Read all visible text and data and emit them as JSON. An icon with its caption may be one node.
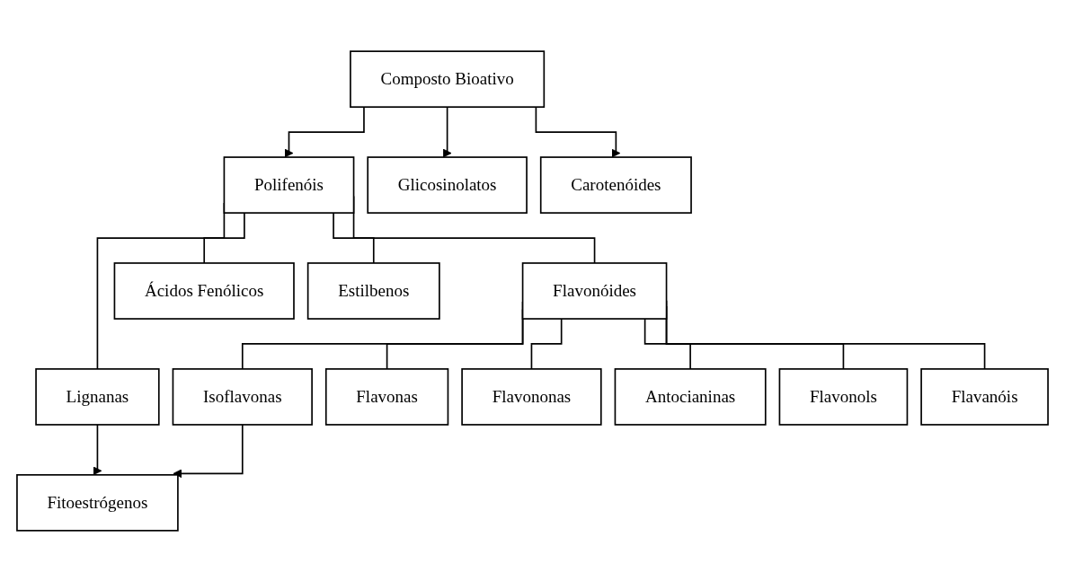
{
  "diagram": {
    "nodes": [
      {
        "text": [
          "Composto Bioativo"
        ]
      },
      {
        "text": [
          "Polifenóis"
        ]
      },
      {
        "text": [
          "Flavonóides"
        ]
      },
      {
        "text": [
          "Ácidos Fenólicos"
        ]
      },
      {
        "text": [
          "Estilbenos"
        ]
      },
      {
        "text": [
          "Lignanas"
        ]
      },
      {
        "text": [
          "Isoflavonas"
        ]
      },
      {
        "text": [
          "Flavonas"
        ]
      },
      {
        "text": [
          "Flavononas"
        ]
      },
      {
        "text": [
          "Antocianinas"
        ]
      },
      {
        "text": [
          "Flavonols"
        ]
      },
      {
        "text": [
          "Flavanóis"
        ]
      },
      {
        "text": [
          "Glicosinolatos"
        ]
      },
      {
        "text": [
          "Fitoestrógenos"
        ]
      },
      {
        "text": [
          "Carotenóides"
        ]
      }
    ],
    "edges": [
      {
        "from": 0,
        "to": 1,
        "arrow": "to"
      },
      {
        "from": 0,
        "to": 12,
        "arrow": "to"
      },
      {
        "from": 0,
        "to": 14,
        "arrow": "to"
      },
      {
        "from": 1,
        "to": 2,
        "arrow": "none"
      },
      {
        "from": 1,
        "to": 3,
        "arrow": "none"
      },
      {
        "from": 1,
        "to": 4,
        "arrow": "none"
      },
      {
        "from": 1,
        "to": 5,
        "arrow": "none"
      },
      {
        "from": 2,
        "to": 6,
        "arrow": "none"
      },
      {
        "from": 2,
        "to": 7,
        "arrow": "none"
      },
      {
        "from": 2,
        "to": 8,
        "arrow": "none"
      },
      {
        "from": 2,
        "to": 9,
        "arrow": "none"
      },
      {
        "from": 2,
        "to": 10,
        "arrow": "none"
      },
      {
        "from": 2,
        "to": 11,
        "arrow": "none"
      },
      {
        "from": 5,
        "to": 13,
        "arrow": "to"
      },
      {
        "from": 6,
        "to": 13,
        "arrow": "to"
      }
    ]
  }
}
